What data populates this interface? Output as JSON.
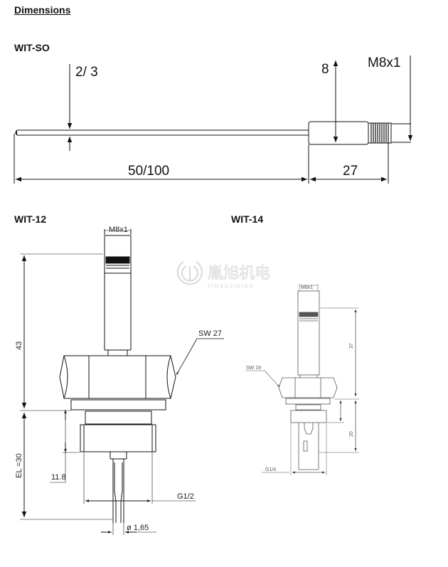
{
  "headings": {
    "main": "Dimensions",
    "wit_so": "WIT-SO",
    "wit_12": "WIT-12",
    "wit_14": "WIT-14"
  },
  "wit_so": {
    "probe_diameter": "2/ 3",
    "head_diameter": "8",
    "thread": "M8x1",
    "probe_length": "50/100",
    "head_length": "27"
  },
  "wit_12": {
    "thread_top": "M8x1",
    "height": "43",
    "wrench_size": "SW 27",
    "immersion_length": "EL =30",
    "dim_11_8": "11.8",
    "process_thread": "G1/2",
    "tip_diameter": "ø 1,65"
  },
  "wit_14": {
    "thread_top": "M8x1",
    "height": "37",
    "wrench_size": "SW 19",
    "lower_length": "20",
    "process_thread": "G1/4"
  },
  "watermark": {
    "cn": "胤旭机电",
    "en": "YINXUJIDIAN"
  }
}
